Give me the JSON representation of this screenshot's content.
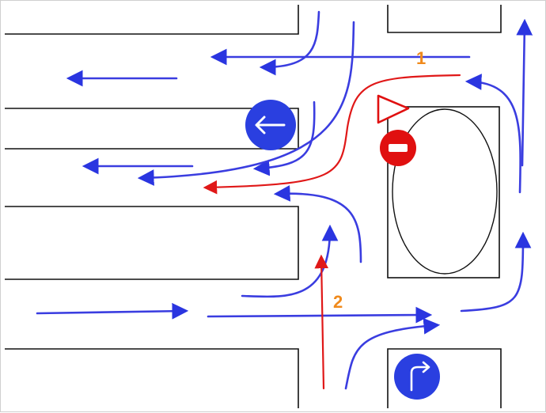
{
  "colors": {
    "background": "#ffffff",
    "block_outline": "#111111",
    "flow_arrow": "#3a3de0",
    "flow_arrow_dark": "#1a2bd6",
    "route_arrow": "#e01818",
    "label": "#f08a1c",
    "sign_blue": "#2a3fe0",
    "sign_red": "#e01010",
    "sign_white": "#ffffff"
  },
  "labels": {
    "route_1": "1",
    "route_2": "2"
  },
  "signs": [
    {
      "name": "keep-left-sign",
      "shape": "circle",
      "color": "blue",
      "glyph": "arrow-left"
    },
    {
      "name": "no-entry-sign",
      "shape": "circle",
      "color": "red",
      "glyph": "white-bar"
    },
    {
      "name": "yield-sign",
      "shape": "triangle",
      "color": "red-outline",
      "glyph": "none"
    },
    {
      "name": "turn-right-sign",
      "shape": "circle",
      "color": "blue",
      "glyph": "arrow-up-right"
    }
  ],
  "routes": [
    {
      "id": "route-1",
      "color": "red",
      "description_key": "route_1"
    },
    {
      "id": "route-2",
      "color": "red",
      "description_key": "route_2"
    }
  ]
}
